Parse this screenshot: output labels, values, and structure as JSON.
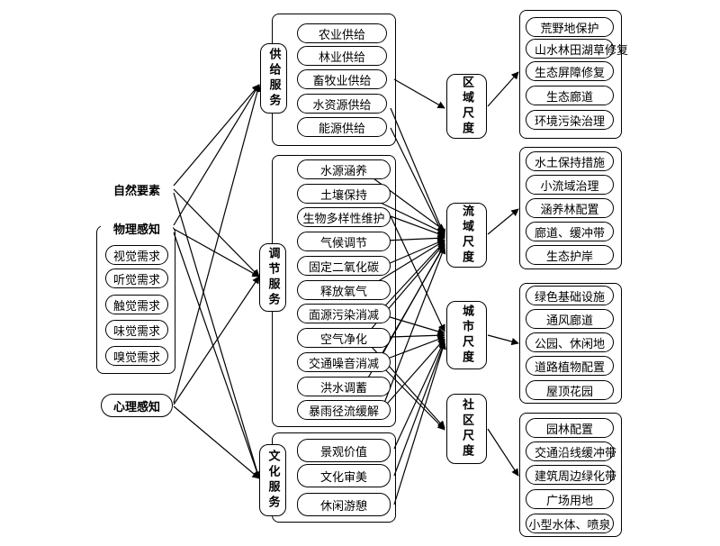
{
  "left": {
    "natural": "自然要素",
    "physical": "物理感知",
    "physical_items": [
      "视觉需求",
      "听觉需求",
      "触觉需求",
      "味觉需求",
      "嗅觉需求"
    ],
    "psych": "心理感知"
  },
  "services": {
    "supply": {
      "label": "供给服务",
      "items": [
        "农业供给",
        "林业供给",
        "畜牧业供给",
        "水资源供给",
        "能源供给"
      ]
    },
    "regulation": {
      "label": "调节服务",
      "items": [
        "水源涵养",
        "土壤保持",
        "生物多样性维护",
        "气候调节",
        "固定二氧化碳",
        "释放氧气",
        "面源污染消减",
        "空气净化",
        "交通噪音消减",
        "洪水调蓄",
        "暴雨径流缓解"
      ]
    },
    "culture": {
      "label": "文化服务",
      "items": [
        "景观价值",
        "文化审美",
        "休闲游憩"
      ]
    }
  },
  "scales": {
    "region": "区域尺度",
    "basin": "流域尺度",
    "city": "城市尺度",
    "community": "社区尺度"
  },
  "measures": {
    "region": [
      "荒野地保护",
      "山水林田湖草修复",
      "生态屏障修复",
      "生态廊道",
      "环境污染治理"
    ],
    "basin": [
      "水土保持措施",
      "小流域治理",
      "涵养林配置",
      "廊道、缓冲带",
      "生态护岸"
    ],
    "city": [
      "绿色基础设施",
      "通风廊道",
      "公园、休闲地",
      "道路植物配置",
      "屋顶花园"
    ],
    "community": [
      "园林配置",
      "交通沿线缓冲带",
      "建筑周边绿化带",
      "广场用地",
      "小型水体、喷泉"
    ]
  }
}
